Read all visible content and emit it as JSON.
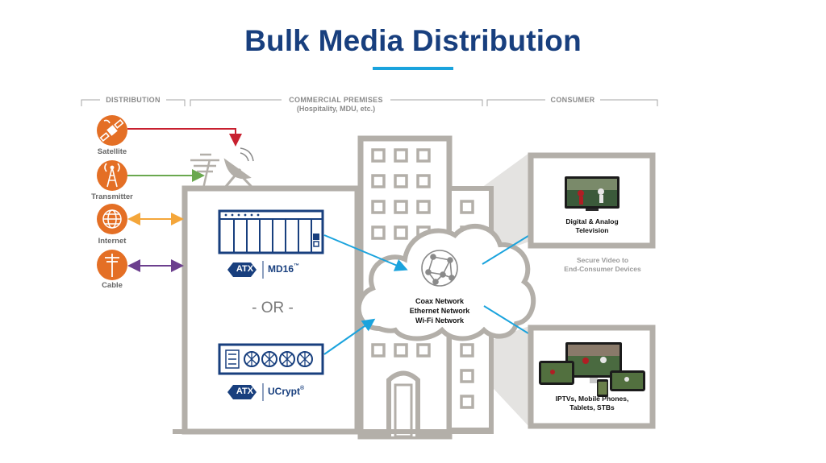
{
  "title": "Bulk Media Distribution",
  "sections": {
    "distribution": "DISTRIBUTION",
    "commercial": "COMMERCIAL PREMISES",
    "commercial_sub": "(Hospitality, MDU, etc.)",
    "consumer": "CONSUMER"
  },
  "sources": [
    {
      "label": "Satellite",
      "icon": "satellite-icon"
    },
    {
      "label": "Transmitter",
      "icon": "transmitter-tower-icon"
    },
    {
      "label": "Internet",
      "icon": "globe-icon"
    },
    {
      "label": "Cable",
      "icon": "cable-pole-icon"
    }
  ],
  "devices": {
    "md16": {
      "brand": "ATX",
      "model": "MD16",
      "tm": "™"
    },
    "ucrypt": {
      "brand": "ATX",
      "model": "UCrypt",
      "tm": "®"
    },
    "or_text": "- OR -"
  },
  "cloud": {
    "line1": "Coax Network",
    "line2": "Ethernet Network",
    "line3": "Wi-Fi Network"
  },
  "consumer": {
    "tv_line1": "Digital & Analog",
    "tv_line2": "Television",
    "secure_line1": "Secure Video to",
    "secure_line2": "End-Consumer Devices",
    "devices_line1": "IPTVs, Mobile Phones,",
    "devices_line2": "Tablets, STBs"
  },
  "colors": {
    "title": "#183f7e",
    "accent": "#1aa3dd",
    "building": "#b3afa9",
    "icon_orange": "#e46f25",
    "satellite_line": "#c8202f",
    "transmitter_line": "#6aa84f",
    "internet_line": "#f4a63a",
    "cable_line": "#6c3f8e"
  }
}
